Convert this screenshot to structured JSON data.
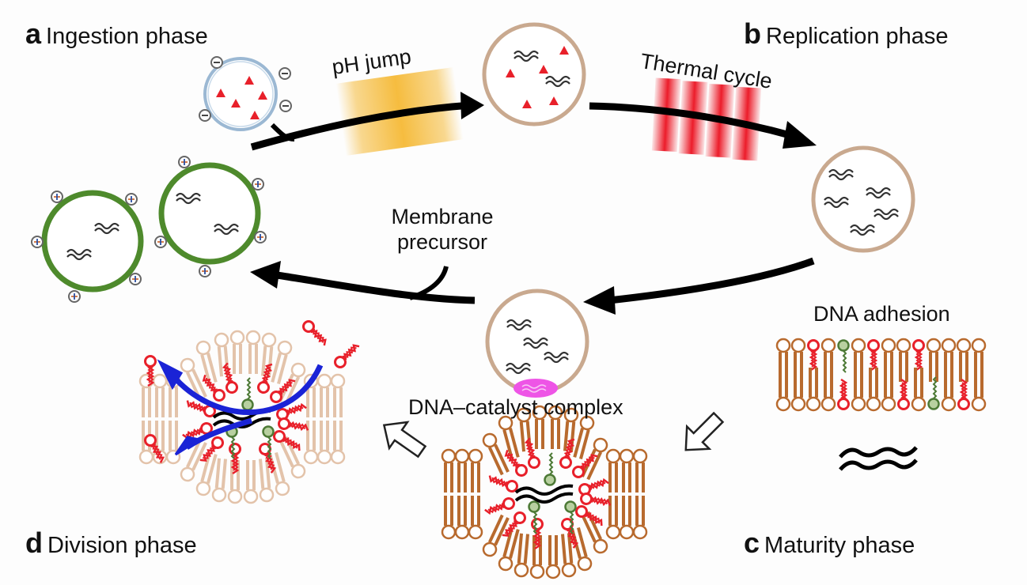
{
  "phases": {
    "a": {
      "letter": "a",
      "name": "Ingestion phase"
    },
    "b": {
      "letter": "b",
      "name": "Replication phase"
    },
    "c": {
      "letter": "c",
      "name": "Maturity phase"
    },
    "d": {
      "letter": "d",
      "name": "Division phase"
    }
  },
  "annotations": {
    "ph_jump": "pH jump",
    "thermal_cycle": "Thermal cycle",
    "membrane_precursor_line1": "Membrane",
    "membrane_precursor_line2": "precursor",
    "dna_adhesion": "DNA adhesion",
    "dna_catalyst_complex": "DNA–catalyst complex"
  },
  "colors": {
    "anionic_vesicle": "#9bb8d3",
    "giant_vesicle": "#c9a98f",
    "daughter_vesicle": "#4e8a2c",
    "lipid": "#b86a2e",
    "lipid_faded": "#e3c3aa",
    "catalyst": "#e8202a",
    "dna_lipid": "#4d7a36",
    "catalyst_spot": "#ee55e6",
    "ph_band": "#f5b935",
    "thermal_band": "#ec1c2a",
    "division_arrow": "#1a23d6",
    "arrow": "#000000"
  },
  "cycle": {
    "steps": [
      {
        "from": "a",
        "to": "b",
        "via": "pH jump"
      },
      {
        "from": "b",
        "to": "c",
        "via": "Thermal cycle"
      },
      {
        "from": "c",
        "to": "d",
        "via": "DNA adhesion"
      },
      {
        "from": "d",
        "to": "a",
        "via": "Membrane precursor"
      }
    ]
  }
}
